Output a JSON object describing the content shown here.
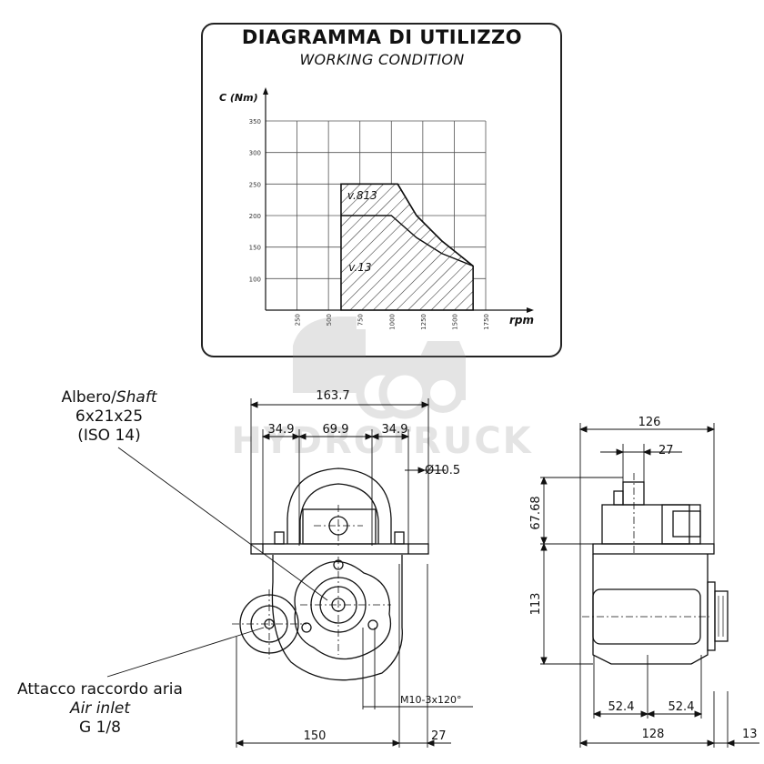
{
  "chart": {
    "title": "DIAGRAMMA DI UTILIZZO",
    "subtitle": "WORKING CONDITION"
  },
  "chart_data": {
    "type": "area",
    "title": "DIAGRAMMA DI UTILIZZO",
    "subtitle": "WORKING CONDITION",
    "ylabel": "C (Nm)",
    "xlabel": "rpm",
    "x_ticks": [
      "250",
      "500",
      "750",
      "1000",
      "1250",
      "1500",
      "1750"
    ],
    "y_ticks": [
      "100",
      "150",
      "200",
      "250",
      "300",
      "350"
    ],
    "xlim": [
      0,
      1750
    ],
    "ylim": [
      50,
      350
    ],
    "grid": true,
    "series": [
      {
        "name": "v.813",
        "x": [
          600,
          1050,
          1200,
          1400,
          1650,
          1650,
          600
        ],
        "y": [
          250,
          250,
          200,
          160,
          120,
          50,
          50
        ]
      },
      {
        "name": "v.13",
        "x": [
          600,
          1000,
          1200,
          1400,
          1650,
          1650,
          600
        ],
        "y": [
          200,
          200,
          165,
          140,
          120,
          50,
          50
        ]
      }
    ]
  },
  "notes": {
    "shaft_line1": "Albero/",
    "shaft_line1_italic": "Shaft",
    "shaft_line2": "6x21x25",
    "shaft_line3": "(ISO 14)",
    "air_line1": "Attacco raccordo aria",
    "air_line2": "Air inlet",
    "air_line3": "G 1/8"
  },
  "dims": {
    "d163_7": "163.7",
    "d34_9_left": "34.9",
    "d69_9": "69.9",
    "d34_9_right": "34.9",
    "d_hole": "Ø10.5",
    "d150": "150",
    "d27_bottom": "27",
    "d_m10": "M10-3x120°",
    "d126": "126",
    "d27_top": "27",
    "d67_68": "67.68",
    "d113": "113",
    "d52_4_left": "52.4",
    "d52_4_right": "52.4",
    "d128": "128",
    "d13": "13"
  },
  "watermark": {
    "text": "HYDROTRUCK"
  }
}
